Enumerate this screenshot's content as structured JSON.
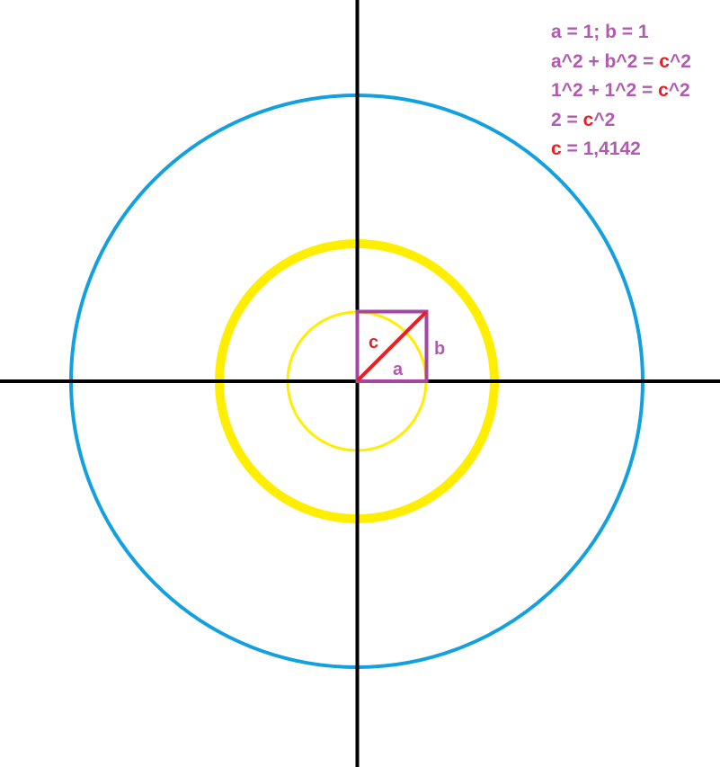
{
  "colors": {
    "axes": "#000000",
    "outer_circle": "#12a0e0",
    "yellow": "#ffee00",
    "square": "#a347a3",
    "hypotenuse": "#ed1c24",
    "label_purple": "#b05ab0",
    "label_red": "#ed1c24"
  },
  "labels": {
    "side_a": "a",
    "side_b": "b",
    "hypotenuse_c": "c"
  },
  "equations": {
    "line1": "a = 1; b = 1",
    "line2_left": "a^2 + b^2 = ",
    "line2_c": "c",
    "line2_right": "^2",
    "line3_left": "1^2 + 1^2 = ",
    "line3_c": "c",
    "line3_right": "^2",
    "line4_left": "2 = ",
    "line4_c": "c",
    "line4_right": "^2",
    "line5_c": "c",
    "line5_right": " = 1,4142"
  }
}
